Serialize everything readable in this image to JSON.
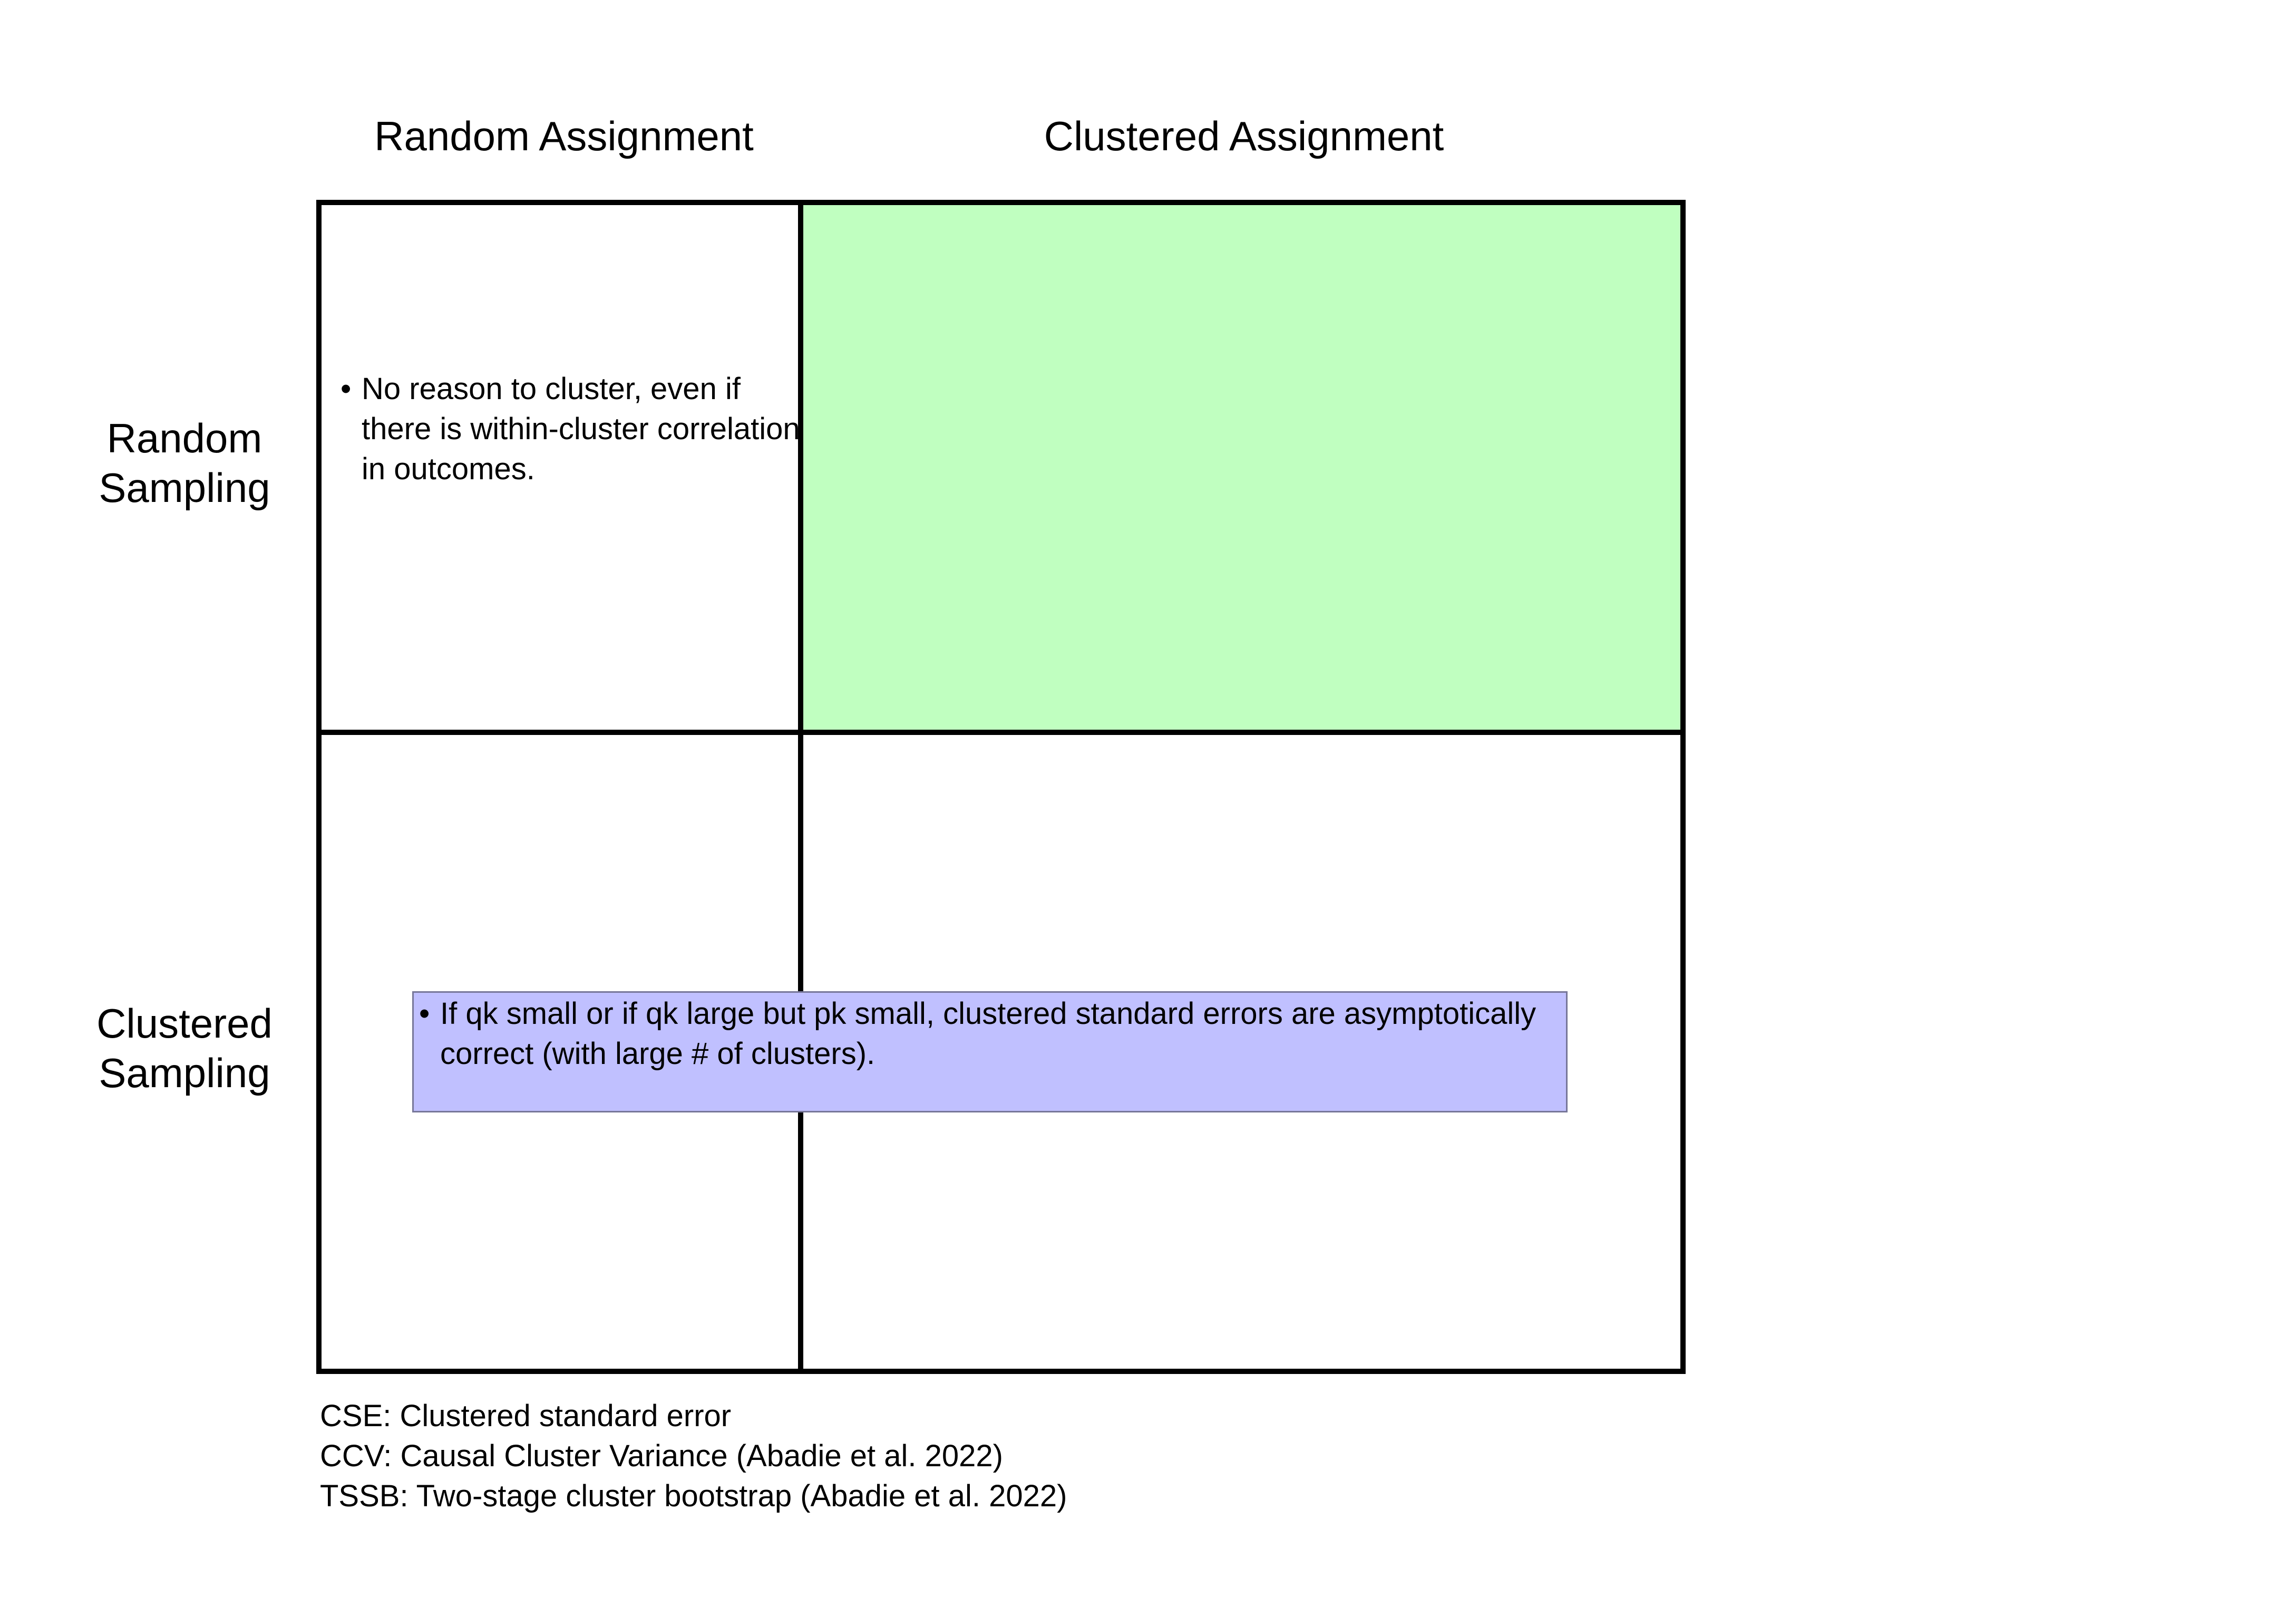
{
  "columns": {
    "random": "Random Assignment",
    "clustered": "Clustered Assignment"
  },
  "rows": {
    "random": [
      "Random",
      "Sampling"
    ],
    "clustered": [
      "Clustered",
      "Sampling"
    ]
  },
  "colors": {
    "highlight_green": "#c0ffc0",
    "highlight_blue": "#c0c0ff",
    "grid_line": "#000000"
  },
  "cells": {
    "random_sampling_random_assignment": {
      "bullet": "•",
      "text": "No reason to cluster, even if there is within-cluster correlation in outcomes."
    },
    "clustered_sampling_overlay": {
      "bullet": "•",
      "text": "If qk small or if qk large but pk small, clustered standard errors are asymptotically correct (with large # of clusters)."
    }
  },
  "legend": [
    "CSE: Clustered standard error",
    "CCV:  Causal Cluster Variance (Abadie et al. 2022)",
    "TSSB: Two-stage cluster bootstrap (Abadie et al. 2022)"
  ]
}
